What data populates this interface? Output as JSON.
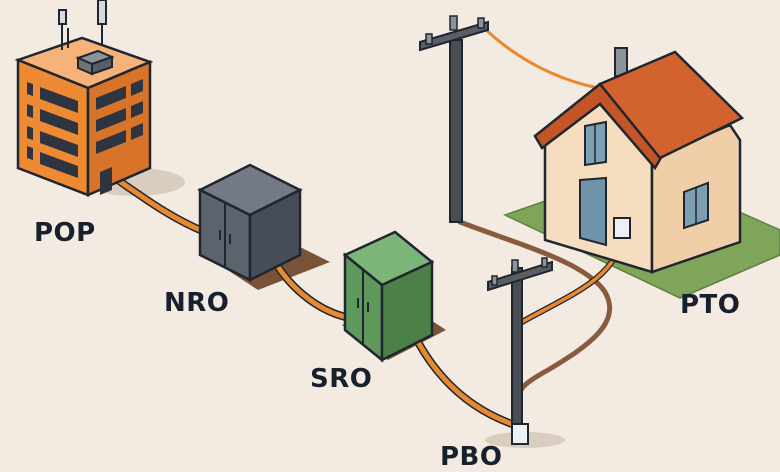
{
  "diagram": {
    "title": "Fiber optic network from POP to PTO",
    "nodes": [
      {
        "id": "pop",
        "label": "POP"
      },
      {
        "id": "nro",
        "label": "NRO"
      },
      {
        "id": "sro",
        "label": "SRO"
      },
      {
        "id": "pbo",
        "label": "PBO"
      },
      {
        "id": "pto",
        "label": "PTO"
      }
    ],
    "links": [
      {
        "from": "pop",
        "to": "nro"
      },
      {
        "from": "nro",
        "to": "sro"
      },
      {
        "from": "sro",
        "to": "pbo"
      },
      {
        "from": "pbo",
        "to": "pto"
      },
      {
        "from": "utility-pole",
        "to": "pto"
      }
    ]
  },
  "colors": {
    "background": "#f3ebe2",
    "fiber": "#e8892f",
    "outline": "#1f2630",
    "trench": "#8a5a3c",
    "building": "#ee8a34",
    "nro_cabinet": "#5c636d",
    "sro_cabinet": "#5f9a5c",
    "roof": "#d3632e",
    "house_wall": "#f7ddbf",
    "lawn": "#7ea55a",
    "pole": "#4a4e54"
  }
}
